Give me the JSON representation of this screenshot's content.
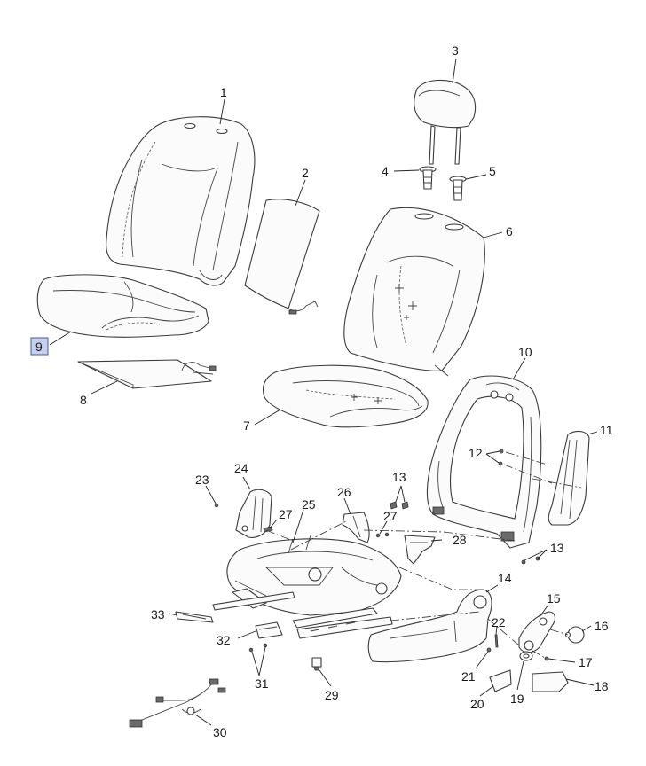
{
  "callouts": [
    {
      "id": "1",
      "label": "1"
    },
    {
      "id": "2",
      "label": "2"
    },
    {
      "id": "3",
      "label": "3"
    },
    {
      "id": "4",
      "label": "4"
    },
    {
      "id": "5",
      "label": "5"
    },
    {
      "id": "6",
      "label": "6"
    },
    {
      "id": "7",
      "label": "7"
    },
    {
      "id": "8",
      "label": "8"
    },
    {
      "id": "9",
      "label": "9",
      "highlighted": true
    },
    {
      "id": "10",
      "label": "10"
    },
    {
      "id": "11",
      "label": "11"
    },
    {
      "id": "12",
      "label": "12"
    },
    {
      "id": "13a",
      "label": "13"
    },
    {
      "id": "13b",
      "label": "13"
    },
    {
      "id": "14",
      "label": "14"
    },
    {
      "id": "15",
      "label": "15"
    },
    {
      "id": "16",
      "label": "16"
    },
    {
      "id": "17",
      "label": "17"
    },
    {
      "id": "18",
      "label": "18"
    },
    {
      "id": "19",
      "label": "19"
    },
    {
      "id": "20",
      "label": "20"
    },
    {
      "id": "21",
      "label": "21"
    },
    {
      "id": "22",
      "label": "22"
    },
    {
      "id": "23",
      "label": "23"
    },
    {
      "id": "24",
      "label": "24"
    },
    {
      "id": "25",
      "label": "25"
    },
    {
      "id": "26",
      "label": "26"
    },
    {
      "id": "27a",
      "label": "27"
    },
    {
      "id": "27b",
      "label": "27"
    },
    {
      "id": "28",
      "label": "28"
    },
    {
      "id": "29",
      "label": "29"
    },
    {
      "id": "30",
      "label": "30"
    },
    {
      "id": "31",
      "label": "31"
    },
    {
      "id": "32",
      "label": "32"
    },
    {
      "id": "33",
      "label": "33"
    }
  ],
  "colors": {
    "highlight_fill": "#c6d0ec",
    "highlight_stroke": "#4a5a9a",
    "line": "#3a3a3a",
    "background": "#ffffff"
  }
}
